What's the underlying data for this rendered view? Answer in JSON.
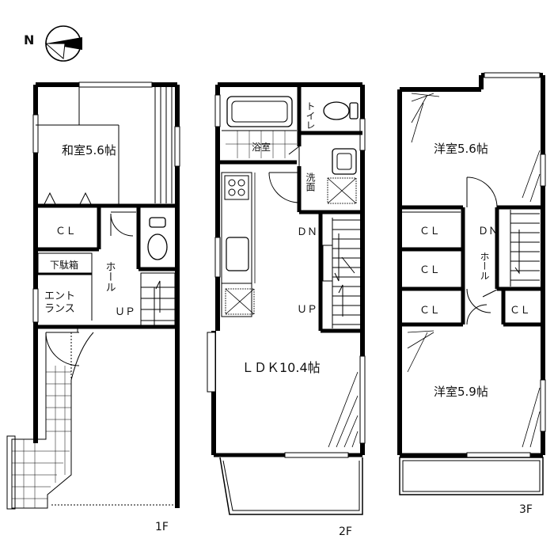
{
  "compass": {
    "north_label": "N"
  },
  "floors": [
    {
      "level": "1F",
      "rooms": {
        "washitsu": "和室5.6帖",
        "closet": "ＣＬ",
        "shoe_box": "下駄箱",
        "hall_label": "ホール",
        "entrance": "エント\nランス",
        "stairs_up": "ＵＰ"
      }
    },
    {
      "level": "2F",
      "rooms": {
        "bath": "浴室",
        "toilet": "トイレ",
        "washroom": "洗面",
        "stairs_down": "ＤＮ",
        "stairs_up": "ＵＰ",
        "ldk": "ＬＤＫ10.4帖"
      }
    },
    {
      "level": "3F",
      "rooms": {
        "western_north": "洋室5.6帖",
        "closet_1": "ＣＬ",
        "closet_2": "ＣＬ",
        "closet_3": "ＣＬ",
        "closet_4": "ＣＬ",
        "stairs_down": "ＤＮ",
        "hall_label": "ホール",
        "western_south": "洋室5.9帖"
      }
    }
  ]
}
